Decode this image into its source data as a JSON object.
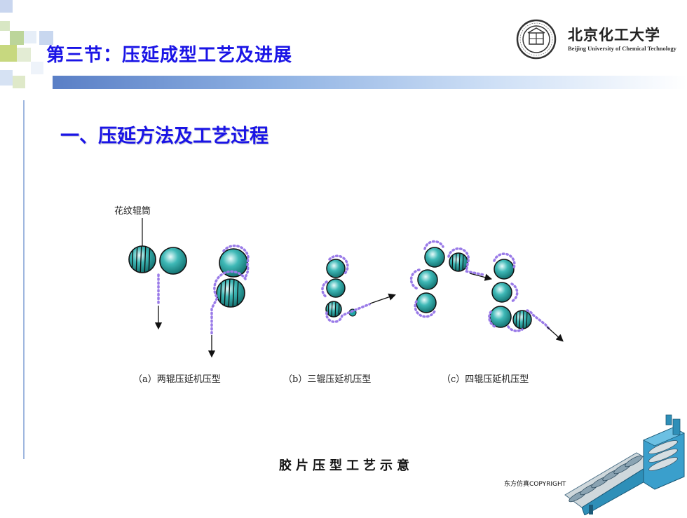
{
  "header": {
    "title": "第三节：压延成型工艺及进展"
  },
  "logo": {
    "name_cn": "北京化工大学",
    "name_en": "Beijing University of Chemical Technology"
  },
  "section": {
    "heading": "一、压延方法及工艺过程"
  },
  "figure": {
    "callout": "花纹辊筒",
    "captions": {
      "a": "（a）两辊压延机压型",
      "b": "（b）三辊压延机压型",
      "c": "（c）四辊压延机压型"
    },
    "title": "胶片压型工艺示意"
  },
  "copyright": "东方仿真COPYRIGHT",
  "colors": {
    "title_blue": "#1a14e6",
    "roll_teal": "#1fa7a5",
    "sheet_purple": "#9a7be8",
    "band_blue": "#5a7fc6"
  }
}
